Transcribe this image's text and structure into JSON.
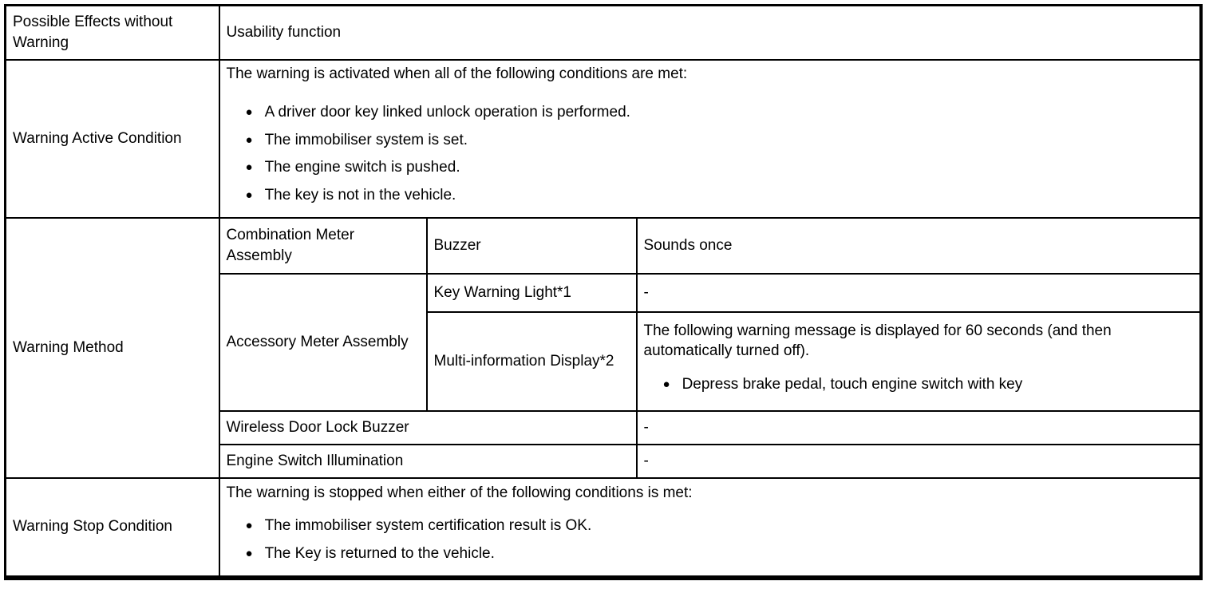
{
  "icons": {
    "bullet": "●"
  },
  "colors": {
    "border": "#000000",
    "background": "#ffffff",
    "text": "#000000"
  },
  "table": {
    "rows": {
      "possible_effects": {
        "label": "Possible Effects without Warning",
        "value": "Usability function"
      },
      "warning_active": {
        "label": "Warning Active Condition",
        "intro": "The warning is activated when all of the following conditions are met:",
        "bullets": [
          "A driver door key linked unlock operation is performed.",
          "The immobiliser system is set.",
          "The engine switch is pushed.",
          "The key is not in the vehicle."
        ]
      },
      "warning_method": {
        "label": "Warning Method",
        "combination_meter": {
          "component": "Combination Meter Assembly",
          "item": "Buzzer",
          "value": "Sounds once"
        },
        "accessory_meter": {
          "component": "Accessory Meter Assembly",
          "key_warning_light": {
            "item": "Key Warning Light*1",
            "value": "-"
          },
          "multi_information_display": {
            "item": "Multi-information Display*2",
            "intro": "The following warning message is displayed for 60 seconds (and then automatically turned off).",
            "bullets": [
              "Depress brake pedal, touch engine switch with key"
            ]
          }
        },
        "wireless_door_lock_buzzer": {
          "component": "Wireless Door Lock Buzzer",
          "value": "-"
        },
        "engine_switch_illumination": {
          "component": "Engine Switch Illumination",
          "value": "-"
        }
      },
      "warning_stop": {
        "label": "Warning Stop Condition",
        "intro": "The warning is stopped when either of the following conditions is met:",
        "bullets": [
          "The immobiliser system certification result is OK.",
          "The Key is returned to the vehicle."
        ]
      }
    }
  }
}
